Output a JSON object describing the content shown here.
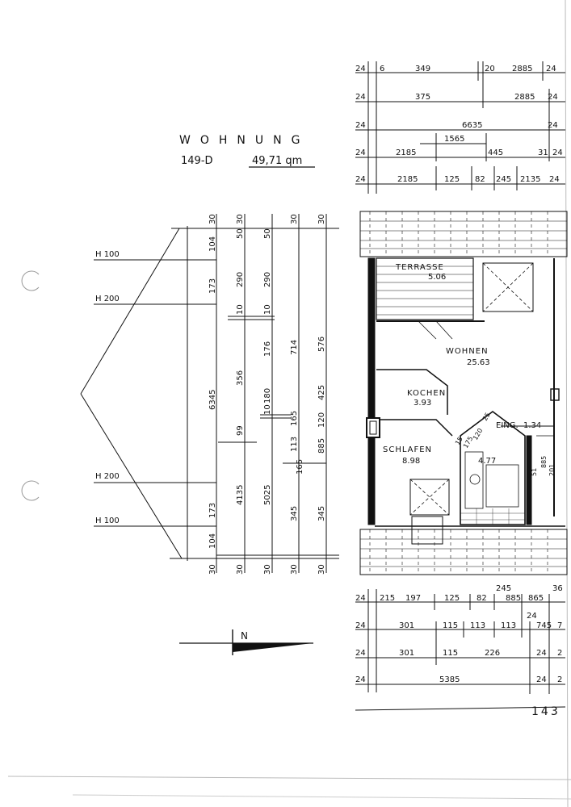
{
  "title": {
    "heading": "WOHNUNG",
    "unit": "149-D",
    "area": "49,71 qm"
  },
  "rooms": [
    {
      "name": "TERRASSE",
      "area": "5.06"
    },
    {
      "name": "WOHNEN",
      "area": "25.63"
    },
    {
      "name": "KOCHEN",
      "area": "3.93"
    },
    {
      "name": "SCHLAFEN",
      "area": "8.98"
    },
    {
      "name": "EING.",
      "area": "1.34"
    },
    {
      "name": "",
      "area": "4.77"
    }
  ],
  "heights": {
    "h100": "H 100",
    "h200": "H 200"
  },
  "top_dimensions": {
    "row1": [
      "24",
      "6",
      "349",
      "20",
      "2885",
      "24"
    ],
    "row2": [
      "24",
      "375",
      "2885",
      "24"
    ],
    "row3": [
      "24",
      "6635",
      "24"
    ],
    "row4": [
      "24",
      "2185",
      "1565",
      "445",
      "31",
      "24"
    ],
    "row5": [
      "24",
      "2185",
      "125",
      "82",
      "245",
      "2135",
      "24"
    ]
  },
  "bottom_dimensions": {
    "row1": [
      "24",
      "215",
      "197",
      "125",
      "82",
      "245",
      "885",
      "865",
      "36"
    ],
    "row2": [
      "24",
      "301",
      "115",
      "113",
      "113",
      "24",
      "745",
      "7"
    ],
    "row3": [
      "24",
      "301",
      "115",
      "226",
      "24",
      "2"
    ],
    "row4": [
      "24",
      "5385",
      "24",
      "2"
    ]
  },
  "vertical_dims": {
    "col1": [
      "30",
      "104",
      "173",
      "6345",
      "173",
      "104",
      "30"
    ],
    "col2": [
      "30",
      "50",
      "290",
      "10",
      "356",
      "99",
      "4135",
      "30"
    ],
    "col3": [
      "50",
      "290",
      "10",
      "176",
      "180",
      "10",
      "5025",
      "30"
    ],
    "col4": [
      "30",
      "714",
      "165",
      "113",
      "165",
      "345",
      "30"
    ],
    "col5": [
      "30",
      "576",
      "425",
      "120",
      "885",
      "345",
      "30"
    ]
  },
  "inner_dims": [
    "15",
    "175",
    "120",
    "25",
    "51",
    "885",
    "201"
  ],
  "north_label": "N",
  "page_number": "143"
}
